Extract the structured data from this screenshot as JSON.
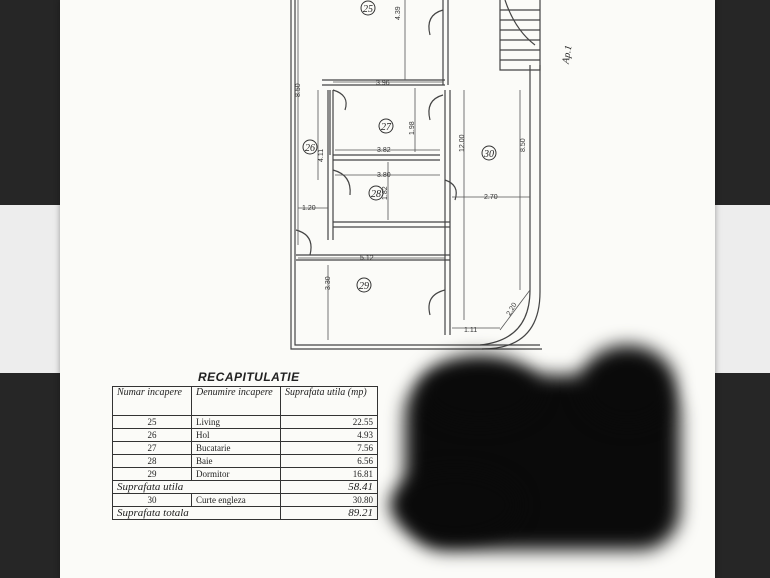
{
  "plan": {
    "rooms": [
      "25",
      "26",
      "27",
      "28",
      "29",
      "30"
    ],
    "apartment_label": "Ap.1",
    "dimensions": [
      "4.39",
      "3.96",
      "1.98",
      "3.82",
      "3.80",
      "1.82",
      "2.70",
      "5.12",
      "3.30",
      "1.20",
      "4.11",
      "8.50",
      "12.00",
      "8.50",
      "2.20",
      "1.11"
    ]
  },
  "recap": {
    "title": "RECAPITULATIE",
    "headers": [
      "Numar incapere",
      "Denumire incapere",
      "Suprafata utila (mp)"
    ],
    "rows": [
      {
        "num": "25",
        "name": "Living",
        "area": "22.55"
      },
      {
        "num": "26",
        "name": "Hol",
        "area": "4.93"
      },
      {
        "num": "27",
        "name": "Bucatarie",
        "area": "7.56"
      },
      {
        "num": "28",
        "name": "Baie",
        "area": "6.56"
      },
      {
        "num": "29",
        "name": "Dormitor",
        "area": "16.81"
      }
    ],
    "useful_label": "Suprafata utila",
    "useful_value": "58.41",
    "extra_row": {
      "num": "30",
      "name": "Curte engleza",
      "area": "30.80"
    },
    "total_label": "Suprafata totala",
    "total_value": "89.21"
  }
}
